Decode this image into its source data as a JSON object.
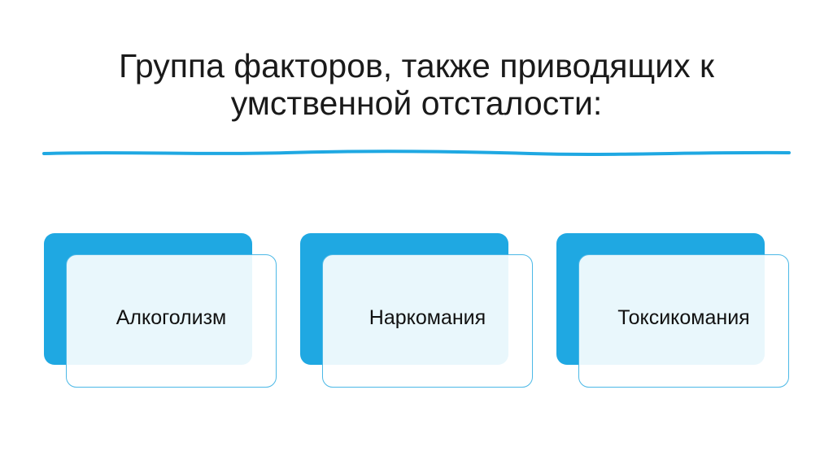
{
  "slide": {
    "title_line1": "Группа факторов, также приводящих к",
    "title_line2": "умственной отсталости:",
    "accent_color": "#1fa8e2",
    "cards": [
      {
        "label": "Алкоголизм"
      },
      {
        "label": "Наркомания"
      },
      {
        "label": "Токсикомания"
      }
    ]
  }
}
